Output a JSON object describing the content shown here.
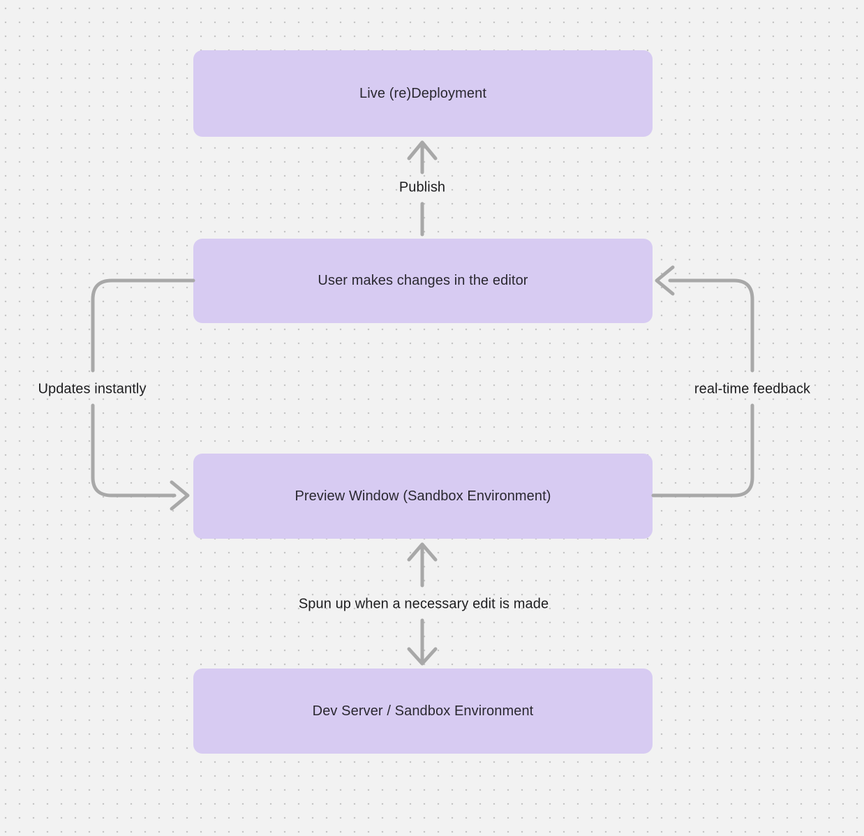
{
  "diagram": {
    "type": "flowchart",
    "nodes": [
      {
        "id": "live-deployment",
        "label": "Live (re)Deployment"
      },
      {
        "id": "user-editor",
        "label": "User makes changes in the editor"
      },
      {
        "id": "preview-window",
        "label": "Preview Window (Sandbox Environment)"
      },
      {
        "id": "dev-server",
        "label": "Dev Server / Sandbox Environment"
      }
    ],
    "edges": [
      {
        "from": "user-editor",
        "to": "live-deployment",
        "label": "Publish",
        "direction": "up"
      },
      {
        "from": "user-editor",
        "to": "preview-window",
        "label": "Updates instantly",
        "side": "left",
        "direction": "down"
      },
      {
        "from": "preview-window",
        "to": "user-editor",
        "label": "real-time feedback",
        "side": "right",
        "direction": "up"
      },
      {
        "from": "preview-window",
        "to": "dev-server",
        "label": "Spun up when a necessary edit is made",
        "direction": "bidirectional"
      }
    ],
    "colors": {
      "background": "#f2f2f2",
      "grid_dot": "#c5c5c5",
      "node_fill": "#d7cbf2",
      "node_text": "#2a2830",
      "arrow_stroke": "#a8a8a8",
      "label_text": "#1d1d1f"
    }
  }
}
